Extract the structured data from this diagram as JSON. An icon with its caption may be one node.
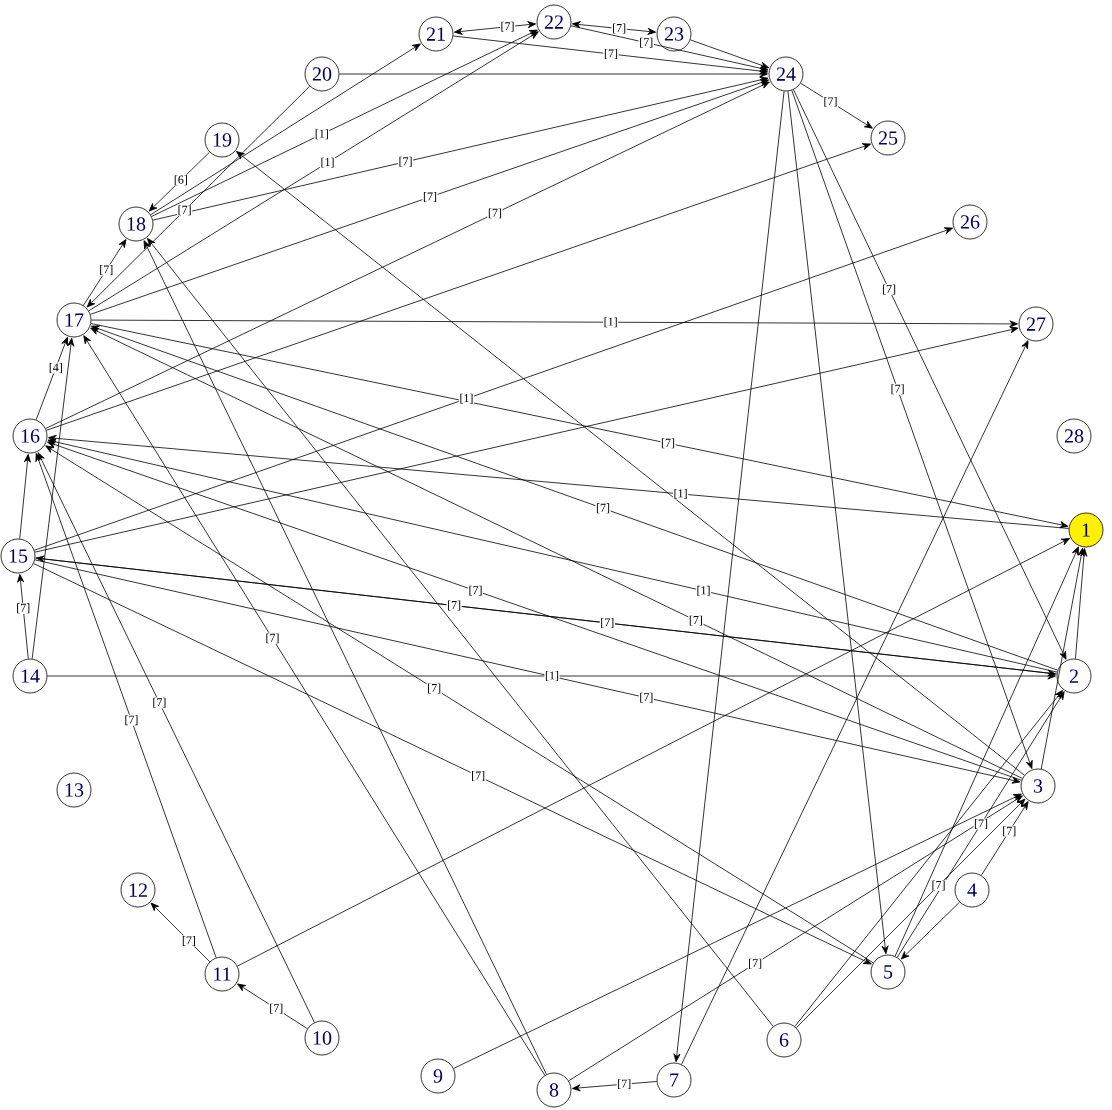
{
  "diagram": {
    "nodes": [
      {
        "text": [
          "1"
        ]
      },
      {
        "text": [
          "2"
        ]
      },
      {
        "text": [
          "3"
        ]
      },
      {
        "text": [
          "4"
        ]
      },
      {
        "text": [
          "5"
        ]
      },
      {
        "text": [
          "6"
        ]
      },
      {
        "text": [
          "7"
        ]
      },
      {
        "text": [
          "8"
        ]
      },
      {
        "text": [
          "9"
        ]
      },
      {
        "text": [
          "10"
        ]
      },
      {
        "text": [
          "11"
        ]
      },
      {
        "text": [
          "12"
        ]
      },
      {
        "text": [
          "13"
        ]
      },
      {
        "text": [
          "14"
        ]
      },
      {
        "text": [
          "15"
        ]
      },
      {
        "text": [
          "16"
        ]
      },
      {
        "text": [
          "17"
        ]
      },
      {
        "text": [
          "18"
        ]
      },
      {
        "text": [
          "19"
        ]
      },
      {
        "text": [
          "20"
        ]
      },
      {
        "text": [
          "21"
        ]
      },
      {
        "text": [
          "22"
        ]
      },
      {
        "text": [
          "23"
        ]
      },
      {
        "text": [
          "24"
        ]
      },
      {
        "text": [
          "25"
        ]
      },
      {
        "text": [
          "26"
        ]
      },
      {
        "text": [
          "27"
        ]
      },
      {
        "text": [
          "28"
        ]
      }
    ],
    "edges": [
      {
        "from": 21,
        "to": 20,
        "arrow": "both",
        "label": "[7]"
      },
      {
        "from": 21,
        "to": 22,
        "arrow": "both",
        "label": "[7]"
      },
      {
        "from": 22,
        "to": 23,
        "arrow": "to"
      },
      {
        "from": 21,
        "to": 23,
        "arrow": "to",
        "label": "[7]"
      },
      {
        "from": 19,
        "to": 23,
        "arrow": "to"
      },
      {
        "from": 20,
        "to": 23,
        "arrow": "to",
        "label": "[7]"
      },
      {
        "from": 23,
        "to": 24,
        "arrow": "to",
        "label": "[7]"
      },
      {
        "from": 23,
        "to": 6,
        "arrow": "to"
      },
      {
        "from": 23,
        "to": 4,
        "arrow": "to"
      },
      {
        "from": 23,
        "to": 2,
        "arrow": "to",
        "label": "[7]"
      },
      {
        "from": 23,
        "to": 1,
        "arrow": "to",
        "label": "[7]"
      },
      {
        "from": 16,
        "to": 26,
        "arrow": "to",
        "label": "[1]"
      },
      {
        "from": 14,
        "to": 25,
        "arrow": "to",
        "label": "[1]"
      },
      {
        "from": 15,
        "to": 24,
        "arrow": "to"
      },
      {
        "from": 14,
        "to": 26,
        "arrow": "to"
      },
      {
        "from": 16,
        "to": 23,
        "arrow": "to",
        "label": "[7]"
      },
      {
        "from": 17,
        "to": 23,
        "arrow": "to",
        "label": "[7]"
      },
      {
        "from": 15,
        "to": 23,
        "arrow": "to",
        "label": "[7]"
      },
      {
        "from": 16,
        "to": 21,
        "arrow": "to",
        "label": "[1]"
      },
      {
        "from": 17,
        "to": 21,
        "arrow": "to",
        "label": "[1]"
      },
      {
        "from": 17,
        "to": 20,
        "arrow": "to"
      },
      {
        "from": 19,
        "to": 16,
        "arrow": "to",
        "label": "[7]"
      },
      {
        "from": 18,
        "to": 17,
        "arrow": "to",
        "label": "[6]"
      },
      {
        "from": 2,
        "to": 18,
        "arrow": "to"
      },
      {
        "from": 16,
        "to": 0,
        "arrow": "to",
        "label": "[7]"
      },
      {
        "from": 13,
        "to": 1,
        "arrow": "to",
        "label": "[1]"
      },
      {
        "from": 14,
        "to": 1,
        "arrow": "to",
        "label": "[7]"
      },
      {
        "from": 14,
        "to": 2,
        "arrow": "to",
        "label": "[7]"
      },
      {
        "from": 14,
        "to": 4,
        "arrow": "to",
        "label": "[7]"
      },
      {
        "from": 1,
        "to": 14,
        "arrow": "to",
        "label": "[7]"
      },
      {
        "from": 1,
        "to": 15,
        "arrow": "to",
        "label": "[1]"
      },
      {
        "from": 2,
        "to": 15,
        "arrow": "to",
        "label": "[7]"
      },
      {
        "from": 1,
        "to": 16,
        "arrow": "to",
        "label": "[7]"
      },
      {
        "from": 0,
        "to": 15,
        "arrow": "to",
        "label": "[1]"
      },
      {
        "from": 13,
        "to": 14,
        "arrow": "to",
        "label": "[7]"
      },
      {
        "from": 13,
        "to": 16,
        "arrow": "to"
      },
      {
        "from": 14,
        "to": 15,
        "arrow": "to"
      },
      {
        "from": 15,
        "to": 16,
        "arrow": "to",
        "label": "[4]"
      },
      {
        "from": 16,
        "to": 17,
        "arrow": "to",
        "label": "[7]"
      },
      {
        "from": 9,
        "to": 10,
        "arrow": "to",
        "label": "[7]"
      },
      {
        "from": 10,
        "to": 11,
        "arrow": "to",
        "label": "[7]"
      },
      {
        "from": 10,
        "to": 0,
        "arrow": "to"
      },
      {
        "from": 8,
        "to": 2,
        "arrow": "to"
      },
      {
        "from": 6,
        "to": 7,
        "arrow": "to",
        "label": "[7]"
      },
      {
        "from": 7,
        "to": 16,
        "arrow": "to",
        "label": "[7]"
      },
      {
        "from": 7,
        "to": 17,
        "arrow": "to"
      },
      {
        "from": 7,
        "to": 2,
        "arrow": "to",
        "label": "[7]"
      },
      {
        "from": 5,
        "to": 2,
        "arrow": "to",
        "label": "[7]"
      },
      {
        "from": 5,
        "to": 1,
        "arrow": "to"
      },
      {
        "from": 5,
        "to": 17,
        "arrow": "to"
      },
      {
        "from": 6,
        "to": 26,
        "arrow": "to"
      },
      {
        "from": 9,
        "to": 15,
        "arrow": "to",
        "label": "[7]"
      },
      {
        "from": 10,
        "to": 15,
        "arrow": "to",
        "label": "[7]"
      },
      {
        "from": 3,
        "to": 4,
        "arrow": "to"
      },
      {
        "from": 3,
        "to": 2,
        "arrow": "to",
        "label": "[7]"
      },
      {
        "from": 4,
        "to": 1,
        "arrow": "to",
        "label": "[7]"
      },
      {
        "from": 1,
        "to": 0,
        "arrow": "to"
      },
      {
        "from": 2,
        "to": 0,
        "arrow": "to"
      },
      {
        "from": 4,
        "to": 15,
        "arrow": "to",
        "label": "[7]"
      },
      {
        "from": 4,
        "to": 0,
        "arrow": "to"
      },
      {
        "from": 2,
        "to": 16,
        "arrow": "to",
        "label": "[7]"
      }
    ]
  }
}
